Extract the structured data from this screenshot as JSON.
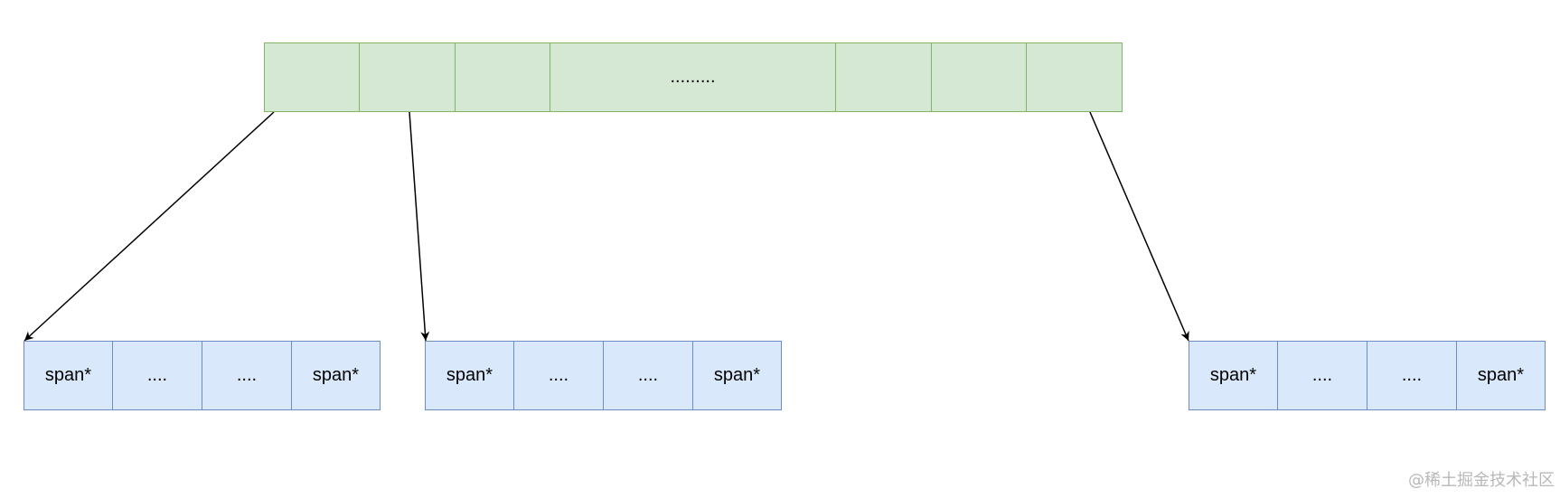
{
  "colors": {
    "top_fill": "#d5e8d4",
    "top_border": "#82b366",
    "bottom_fill": "#dae8fc",
    "bottom_border": "#6c8ebf",
    "arrow": "#000000"
  },
  "top_array": {
    "cells": [
      "",
      "",
      "",
      ".........",
      "",
      "",
      ""
    ]
  },
  "bottom_arrays": [
    {
      "cells": [
        "span*",
        "....",
        "....",
        "span*"
      ]
    },
    {
      "cells": [
        "span*",
        "....",
        "....",
        "span*"
      ]
    },
    {
      "cells": [
        "span*",
        "....",
        "....",
        "span*"
      ]
    }
  ],
  "arrows": [
    {
      "from": "top_array.cells.0",
      "to": "bottom_arrays.0"
    },
    {
      "from": "top_array.cells.1",
      "to": "bottom_arrays.1"
    },
    {
      "from": "top_array.cells.6",
      "to": "bottom_arrays.2"
    }
  ],
  "watermark": "@稀土掘金技术社区"
}
